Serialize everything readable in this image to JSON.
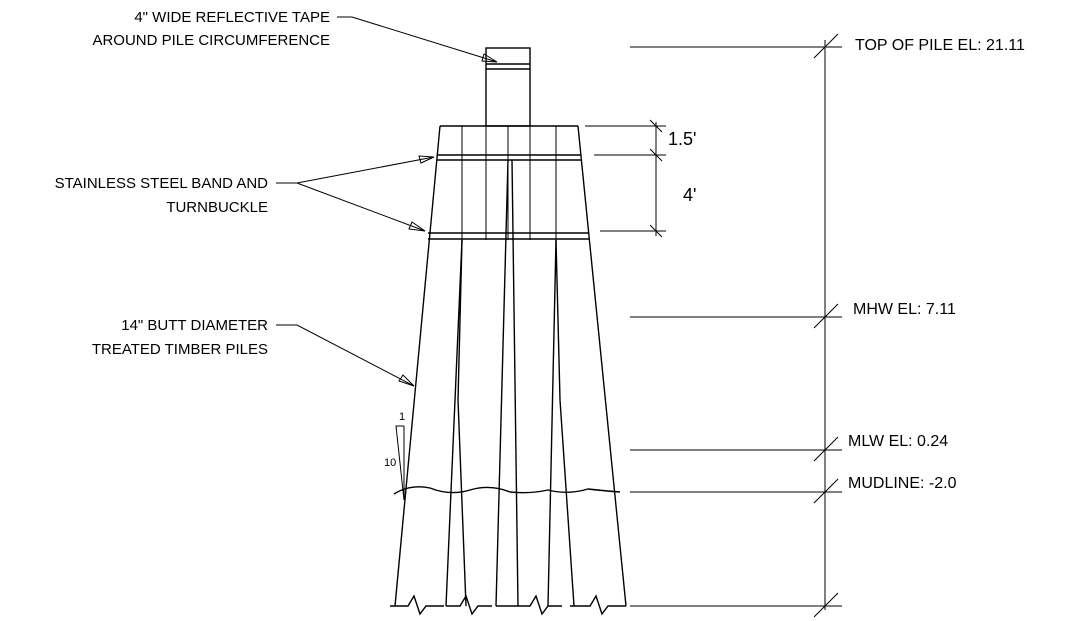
{
  "callouts": {
    "tape_line1": "4\" WIDE REFLECTIVE TAPE",
    "tape_line2": "AROUND PILE CIRCUMFERENCE",
    "band_line1": "STAINLESS STEEL BAND AND",
    "band_line2": "TURNBUCKLE",
    "piles_line1": "14\" BUTT DIAMETER",
    "piles_line2": "TREATED TIMBER PILES"
  },
  "elevations": {
    "top_of_pile": "TOP OF PILE EL: 21.11",
    "mhw": "MHW EL: 7.11",
    "mlw": "MLW EL: 0.24",
    "mudline": "MUDLINE: -2.0"
  },
  "dimensions": {
    "upper": "1.5'",
    "lower": "4'"
  },
  "batter": {
    "rise": "1",
    "run": "10"
  },
  "colors": {
    "linework": "#000000",
    "background": "#ffffff"
  }
}
